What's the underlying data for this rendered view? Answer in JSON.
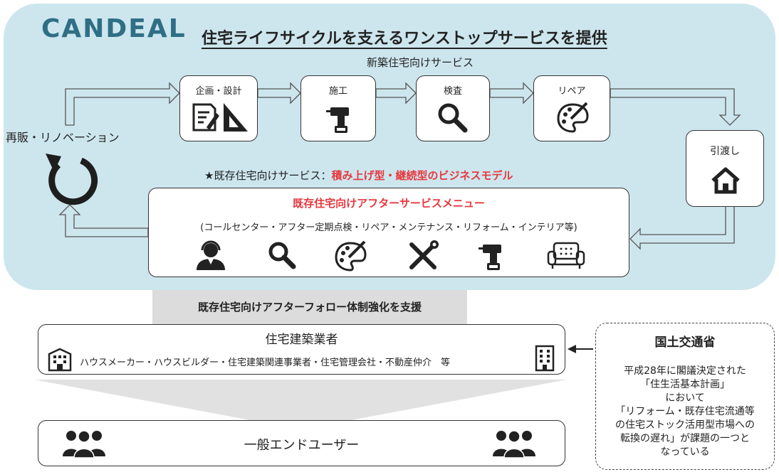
{
  "logo": "CANDEAL",
  "headline": "住宅ライフサイクルを支えるワンストップサービスを提供",
  "new_service_label": "新築住宅向けサービス",
  "steps": [
    {
      "label": "企画・設計"
    },
    {
      "label": "施工"
    },
    {
      "label": "検査"
    },
    {
      "label": "リペア"
    }
  ],
  "handover_label": "引渡し",
  "resale_label": "再販・リノベーション",
  "existing_service": {
    "prefix": "★既存住宅向けサービス：",
    "highlight": "積み上げ型・継続型のビジネスモデル"
  },
  "after_menu": {
    "title": "既存住宅向けアフターサービスメニュー",
    "items": "(コールセンター・アフター定期点検・リペア・メンテナンス・リフォーム・インテリア等)"
  },
  "support_bar": "既存住宅向けアフターフォロー体制強化を支援",
  "builders": {
    "title": "住宅建築業者",
    "sub": "ハウスメーカー・ハウスビルダー・住宅建築関連事業者・住宅管理会社・不動産仲介　等"
  },
  "end_users": "一般エンドユーザー",
  "mlit": {
    "title": "国土交通省",
    "body": "平成28年に閣議決定された\n「住生活基本計画」\nにおいて\n「リフォーム・既存住宅流通等\nの住宅ストック活用型市場への\n転換の遅れ」が課題の一つと\nなっている"
  },
  "colors": {
    "panel": "#cde6ee",
    "logo": "#2f6f86",
    "accent_red": "#e8373e"
  }
}
